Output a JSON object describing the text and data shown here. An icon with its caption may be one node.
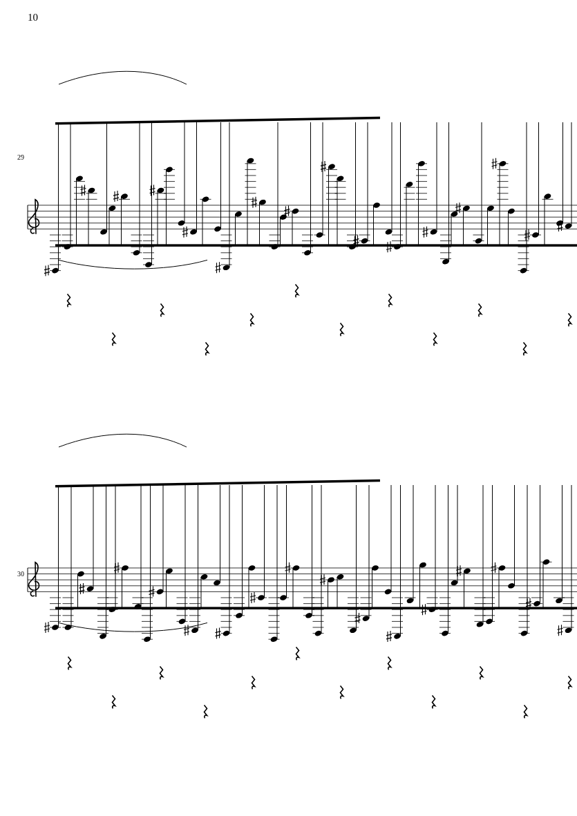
{
  "diagram": {
    "labels": [
      "10",
      "29",
      "30"
    ]
  }
}
